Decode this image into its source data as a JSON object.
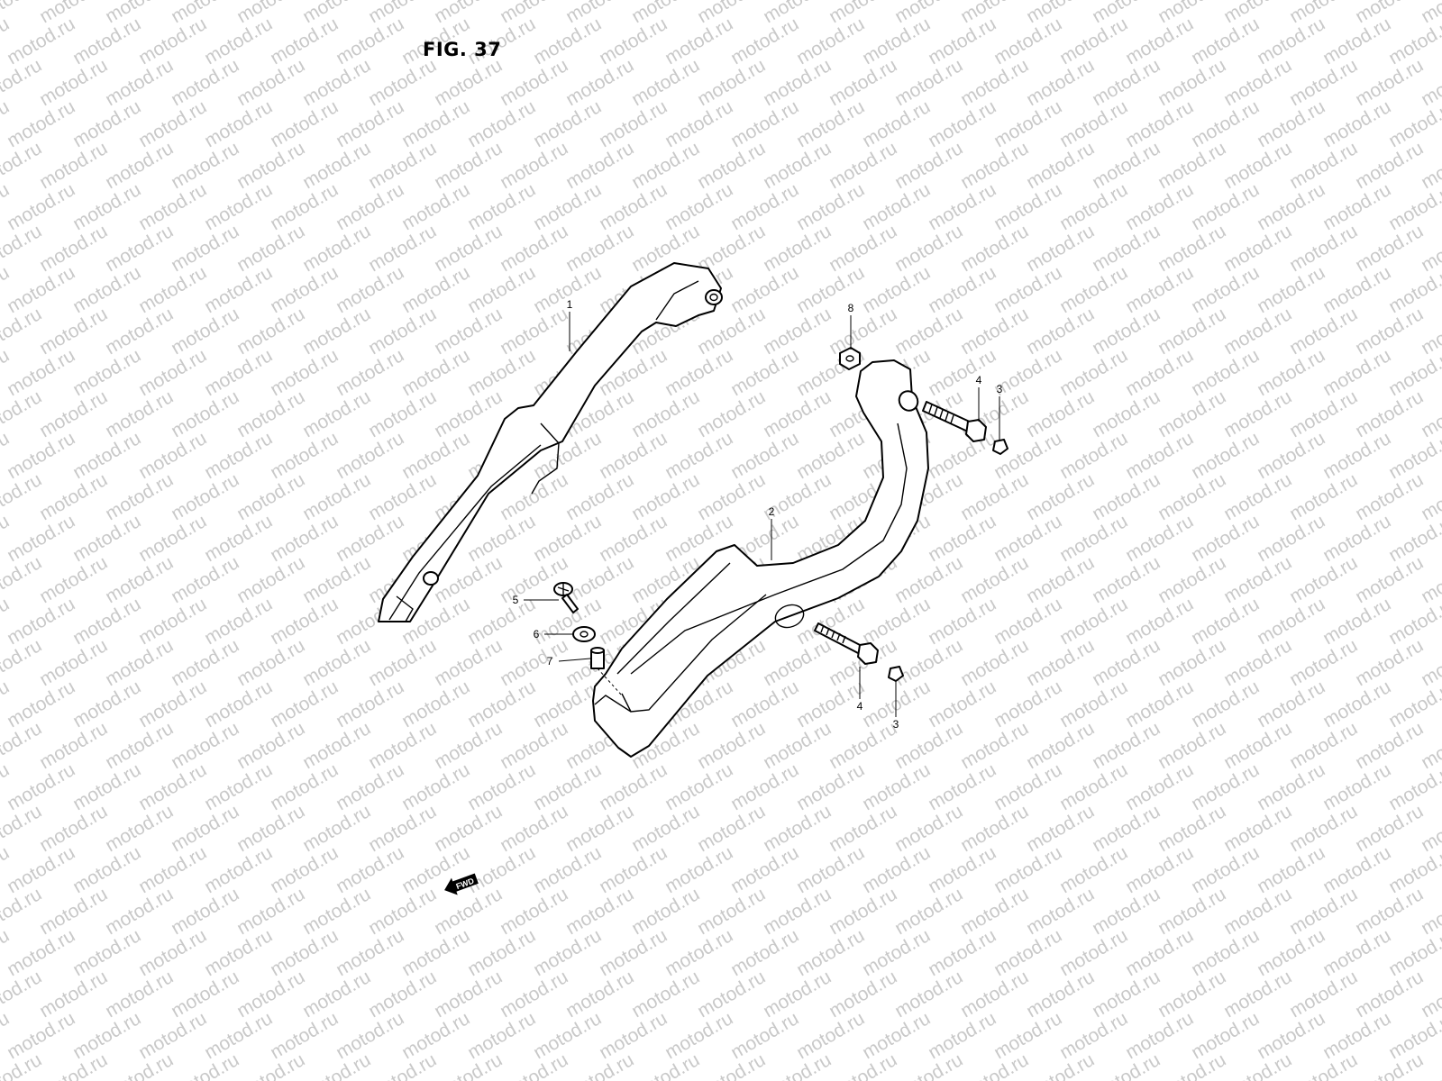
{
  "figure": {
    "title": "FIG. 37"
  },
  "watermark": {
    "text": "motod.ru"
  },
  "fwd_label": "FWD",
  "callouts": [
    {
      "id": "c1",
      "label": "1"
    },
    {
      "id": "c2",
      "label": "2"
    },
    {
      "id": "c3a",
      "label": "3"
    },
    {
      "id": "c3b",
      "label": "3"
    },
    {
      "id": "c4a",
      "label": "4"
    },
    {
      "id": "c4b",
      "label": "4"
    },
    {
      "id": "c5",
      "label": "5"
    },
    {
      "id": "c6",
      "label": "6"
    },
    {
      "id": "c7",
      "label": "7"
    },
    {
      "id": "c8",
      "label": "8"
    }
  ]
}
